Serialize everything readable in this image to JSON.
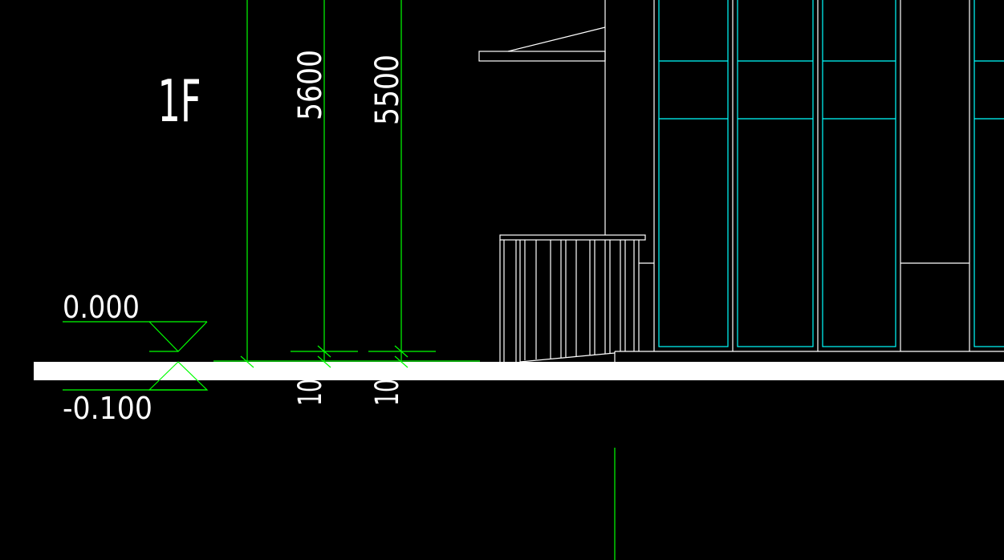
{
  "drawing": {
    "floor_label": "1F",
    "dimensions": [
      "5600",
      "5500"
    ],
    "small_dimensions": [
      "10",
      "10"
    ],
    "elevations": {
      "upper": "0.000",
      "lower": "-0.100"
    },
    "colors": {
      "background": "#000000",
      "dimension_green": "#00ff00",
      "text_white": "#ffffff",
      "glazing_cyan": "#00ffff"
    }
  }
}
